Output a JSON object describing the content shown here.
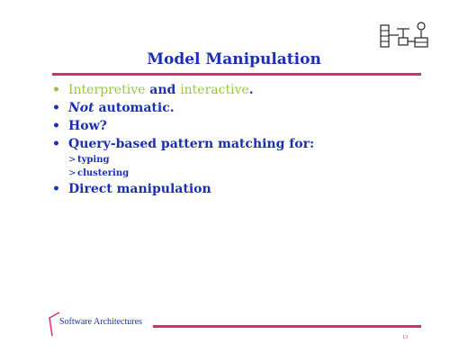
{
  "slide": {
    "title": "Model Manipulation",
    "bullets": {
      "b1_part1": "Interpretive",
      "b1_part2": "and",
      "b1_part3": "interactive",
      "b1_period": ".",
      "b2_em": "Not",
      "b2_rest": "automatic.",
      "b3": "How?",
      "b4": "Query-based pattern matching for:",
      "sub1": "typing",
      "sub2": "clustering",
      "b5": "Direct manipulation"
    },
    "bullet_glyph": "•",
    "sub_glyph": ">"
  },
  "footer": {
    "label": "Software Architectures",
    "page_number": "13"
  },
  "colors": {
    "heading": "#1a2fb5",
    "accent_rule": "#e0287a",
    "green_text": "#9ac53a"
  },
  "icons": [
    "architecture-diagram-logo"
  ]
}
